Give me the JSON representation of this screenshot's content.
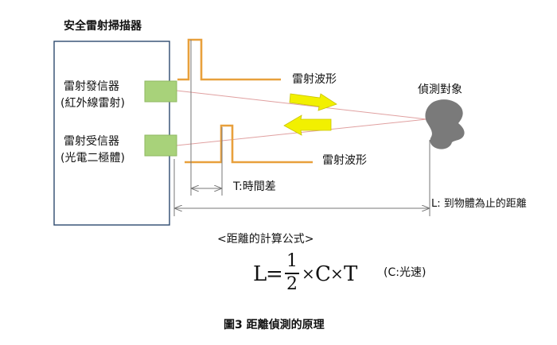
{
  "scanner": {
    "title": "安全雷射掃描器"
  },
  "emitter": {
    "line1": "雷射發信器",
    "line2": "(紅外線雷射)"
  },
  "receiver": {
    "line1": "雷射受信器",
    "line2": "(光電二極體)"
  },
  "waveform_top": {
    "label": "雷射波形"
  },
  "waveform_bottom": {
    "label": "雷射波形"
  },
  "target": {
    "label": "偵測對象"
  },
  "time_diff": {
    "label": "T:時間差"
  },
  "distance": {
    "label": "L: 到物體為止的距離"
  },
  "formula": {
    "heading": "<距離的計算公式>",
    "lhs": "L",
    "equals": "=",
    "numerator": "1",
    "denominator": "2",
    "times1": "×",
    "c": "C",
    "times2": "×",
    "t": "T",
    "note": "(C:光速)"
  },
  "caption": "圖3  距離偵測的原理",
  "colors": {
    "pulse": "#e8a03c",
    "beam": "#e0a0a0",
    "sensor": "#a8d27a",
    "arrow": "#f2f000",
    "target": "#7a7a7a",
    "box_border": "#2e4a6e"
  }
}
